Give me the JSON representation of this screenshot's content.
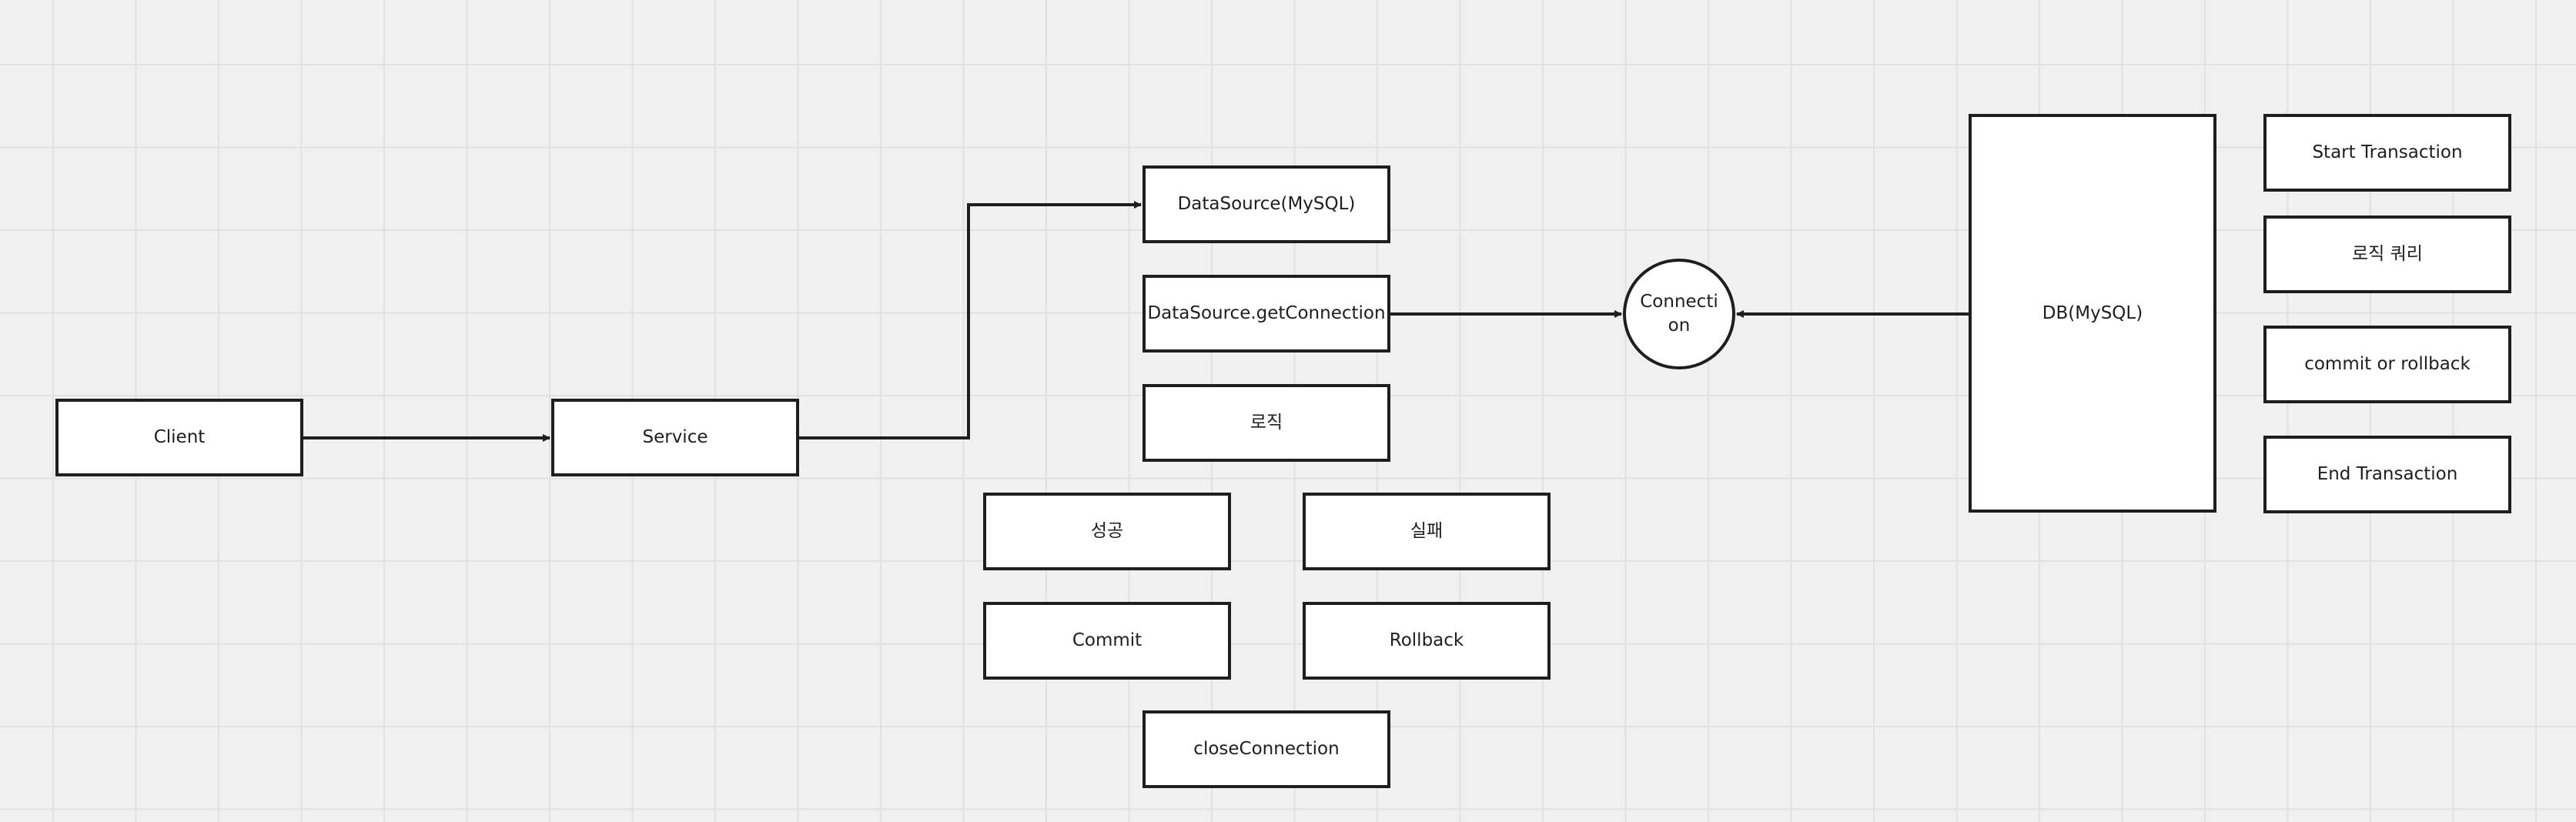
{
  "diagram": {
    "nodes": {
      "client": "Client",
      "service": "Service",
      "datasource": "DataSource(MySQL)",
      "get_connection": "DataSource.getConnection",
      "logic": "로직",
      "success": "성공",
      "failure": "실패",
      "commit": "Commit",
      "rollback": "Rollback",
      "close_connection": "closeConnection",
      "connection": "Connection",
      "db": "DB(MySQL)",
      "start_transaction": "Start Transaction",
      "logic_query": "로직 쿼리",
      "commit_or_rollback": "commit or rollback",
      "end_transaction": "End Transaction"
    },
    "colors": {
      "background": "#f0f0f0",
      "grid": "#e1e1e1",
      "stroke": "#1e1e1e",
      "fill": "#ffffff"
    }
  }
}
